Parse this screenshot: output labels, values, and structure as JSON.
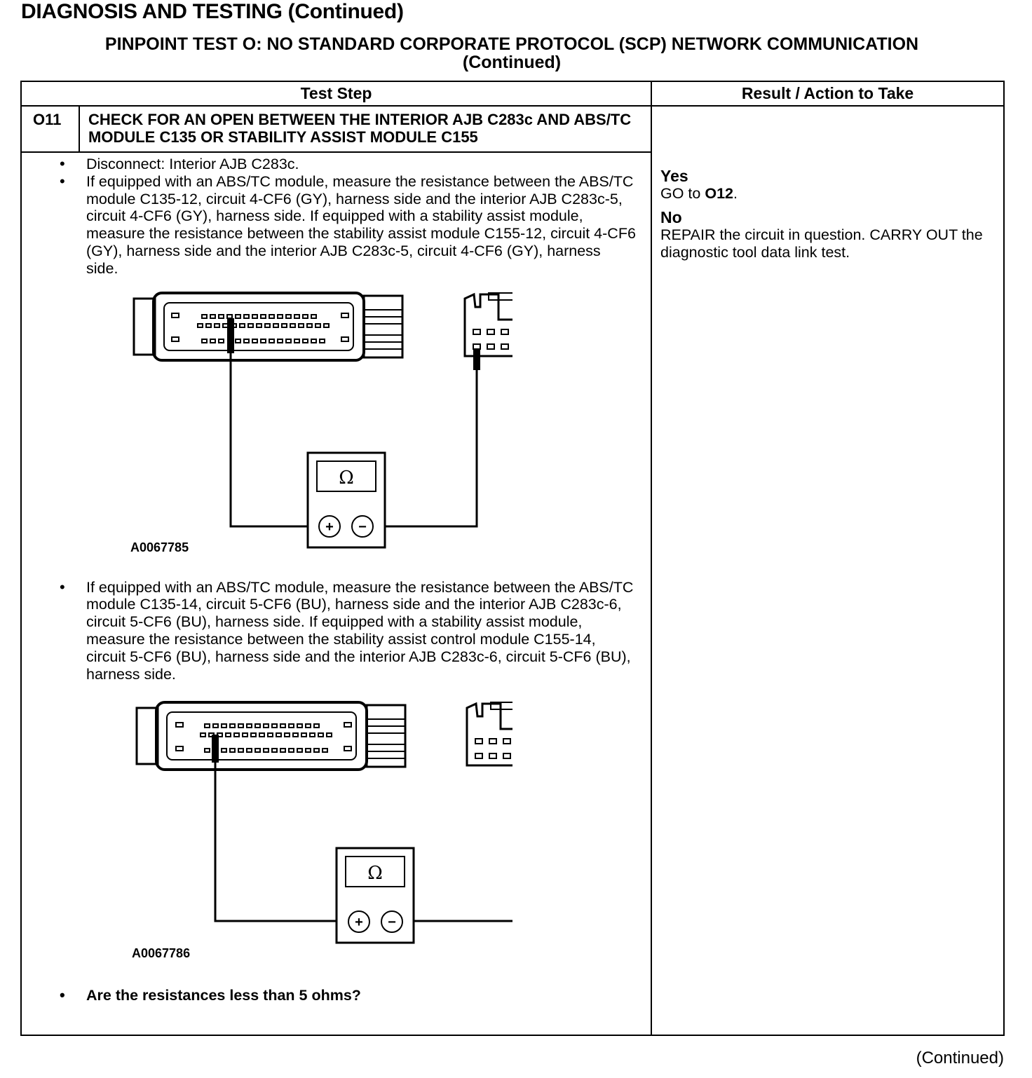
{
  "header": {
    "page_title": "DIAGNOSIS AND TESTING (Continued)",
    "test_title_line1": "PINPOINT TEST O: NO STANDARD CORPORATE PROTOCOL (SCP) NETWORK COMMUNICATION",
    "test_title_line2": "(Continued)"
  },
  "table": {
    "col_test_step": "Test Step",
    "col_result": "Result / Action to Take",
    "step_id": "O11",
    "step_heading": "CHECK FOR AN OPEN BETWEEN THE INTERIOR AJB C283c AND ABS/TC MODULE C135 OR STABILITY ASSIST MODULE C155",
    "bullet1": "Disconnect: Interior AJB C283c.",
    "bullet2": "If equipped with an ABS/TC module, measure the resistance between the ABS/TC module C135-12, circuit 4-CF6 (GY), harness side and the interior AJB C283c-5, circuit 4-CF6 (GY), harness side. If equipped with a stability assist module, measure the resistance between the stability assist module C155-12, circuit 4-CF6 (GY), harness side and the interior AJB C283c-5, circuit 4-CF6 (GY), harness side.",
    "figure1_id": "A0067785",
    "bullet3": "If equipped with an ABS/TC module, measure the resistance between the ABS/TC module C135-14, circuit 5-CF6 (BU), harness side and the interior AJB C283c-6, circuit 5-CF6 (BU), harness side. If equipped with a stability assist module, measure the resistance between the stability assist control module C155-14, circuit 5-CF6 (BU), harness side and the interior AJB C283c-6, circuit 5-CF6 (BU), harness side.",
    "figure2_id": "A0067786",
    "question": "Are the resistances less than 5 ohms?",
    "result_yes_label": "Yes",
    "result_yes_text_prefix": "GO to ",
    "result_yes_target": "O12",
    "result_yes_text_suffix": ".",
    "result_no_label": "No",
    "result_no_text": "REPAIR the circuit in question. CARRY OUT the diagnostic tool data link test."
  },
  "meter_symbol": "Ω",
  "meter_plus": "+",
  "meter_minus": "−",
  "footer": {
    "continued": "(Continued)"
  }
}
